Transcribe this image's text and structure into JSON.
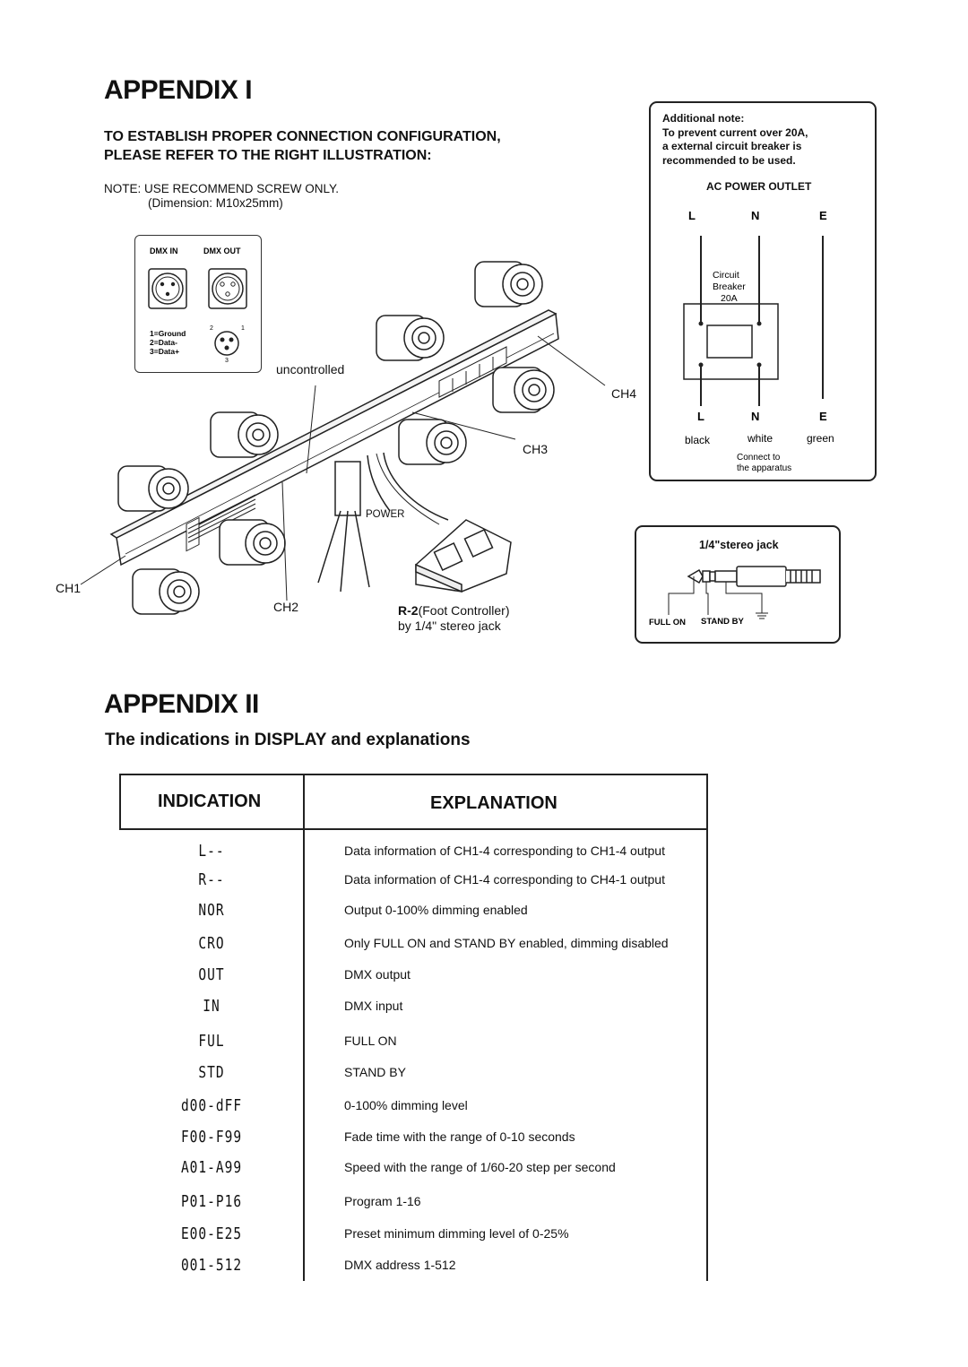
{
  "appendix1": {
    "title": "APPENDIX I",
    "instruction_line1": "TO ESTABLISH PROPER CONNECTION CONFIGURATION,",
    "instruction_line2": "PLEASE REFER TO THE RIGHT ILLUSTRATION:",
    "note_line1": "NOTE: USE RECOMMEND SCREW ONLY.",
    "note_line2": "(Dimension: M10x25mm)",
    "dmx_panel": {
      "dmx_in": "DMX IN",
      "dmx_out": "DMX OUT",
      "pin1": "1=Ground",
      "pin2": "2=Data-",
      "pin3": "3=Data+",
      "pin_num_2": "2",
      "pin_num_1": "1",
      "pin_num_3": "3"
    },
    "labels": {
      "uncontrolled": "uncontrolled",
      "ch1": "CH1",
      "ch2": "CH2",
      "ch3": "CH3",
      "ch4": "CH4",
      "power": "POWER",
      "controller_bold": "R-2",
      "controller_rest": "(Foot Controller)",
      "controller_line2": "by 1/4\" stereo jack"
    },
    "ac_box": {
      "note_title": "Additional note:",
      "note_line1": "To prevent current over 20A,",
      "note_line2": "a external circuit breaker is",
      "note_line3": "recommended to be used.",
      "outlet_title": "AC POWER OUTLET",
      "L": "L",
      "N": "N",
      "E": "E",
      "breaker_line1": "Circuit",
      "breaker_line2": "Breaker",
      "breaker_line3": "20A",
      "L2": "L",
      "N2": "N",
      "E2": "E",
      "black": "black",
      "white": "white",
      "green": "green",
      "connect_line1": "Connect to",
      "connect_line2": "the apparatus"
    },
    "jack_box": {
      "title": "1/4\"stereo jack",
      "full_on": "FULL ON",
      "stand_by": "STAND BY"
    }
  },
  "appendix2": {
    "title": "APPENDIX II",
    "subtitle": "The indications in DISPLAY and explanations",
    "table": {
      "header_indication": "INDICATION",
      "header_explanation": "EXPLANATION",
      "rows": [
        {
          "indication": "L--",
          "explanation": "Data information of CH1-4 corresponding to CH1-4 output"
        },
        {
          "indication": "R--",
          "explanation": "Data information of CH1-4 corresponding to CH4-1 output"
        },
        {
          "indication": "NOR",
          "explanation": "Output 0-100% dimming enabled"
        },
        {
          "indication": "CRO",
          "explanation": "Only FULL ON and STAND BY enabled, dimming disabled"
        },
        {
          "indication": "OUT",
          "explanation": "DMX output"
        },
        {
          "indication": "IN",
          "explanation": "DMX input"
        },
        {
          "indication": "FUL",
          "explanation": "FULL ON"
        },
        {
          "indication": "STD",
          "explanation": "STAND BY"
        },
        {
          "indication": "d00-dFF",
          "explanation": "0-100% dimming level"
        },
        {
          "indication": "F00-F99",
          "explanation": "Fade time with the range of 0-10 seconds"
        },
        {
          "indication": "A01-A99",
          "explanation": "Speed with the range of 1/60-20 step per second"
        },
        {
          "indication": "P01-P16",
          "explanation": "Program 1-16"
        },
        {
          "indication": "E00-E25",
          "explanation": "Preset minimum dimming level of 0-25%"
        },
        {
          "indication": "001-512",
          "explanation": "DMX address 1-512"
        }
      ]
    }
  }
}
